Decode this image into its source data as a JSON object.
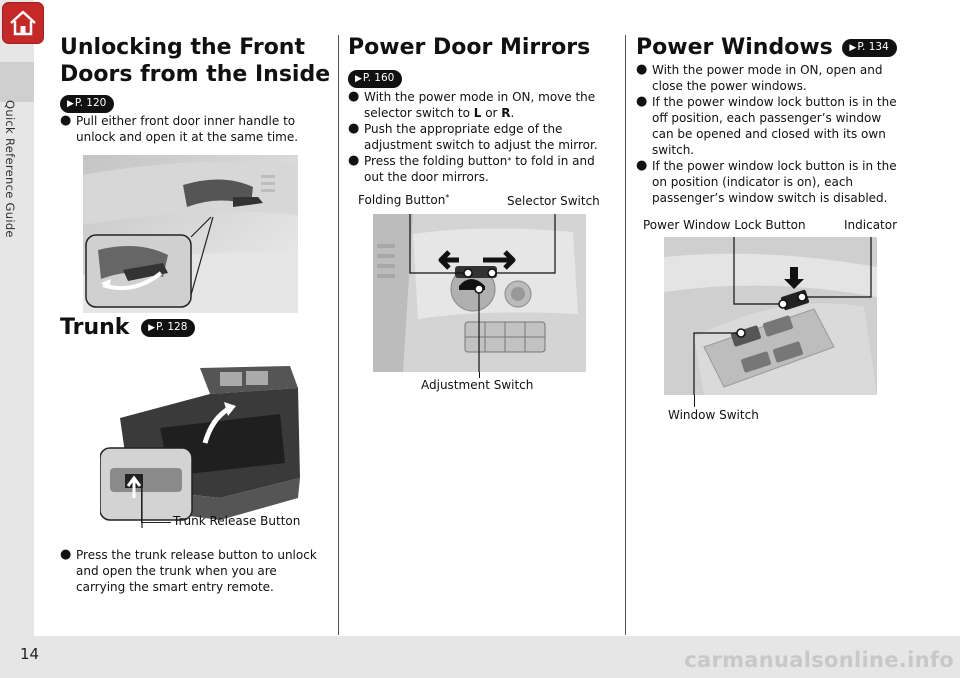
{
  "sidebar": {
    "label": "Quick Reference Guide"
  },
  "page_number": "14",
  "watermark": "carmanualsonline.info",
  "col1": {
    "title_line1": "Unlocking the Front",
    "title_line2": "Doors from the Inside",
    "ref": "P. 120",
    "bullet1_line1": "Pull either front door inner handle to",
    "bullet1_line2": "unlock and open it at the same time.",
    "trunk_title": "Trunk",
    "trunk_ref": "P. 128",
    "trunk_callout": "Trunk Release Button",
    "trunk_bullet_line1": "Press the trunk release button to unlock",
    "trunk_bullet_line2": "and open the trunk when you are",
    "trunk_bullet_line3": "carrying the smart entry remote."
  },
  "col2": {
    "title": "Power Door Mirrors",
    "ref": "P. 160",
    "b1_line1": "With the power mode in ON, move the",
    "b1_line2_pre": "selector switch to ",
    "b1_L": "L",
    "b1_or": " or ",
    "b1_R": "R",
    "b1_end": ".",
    "b2_line1": "Push the appropriate edge of the",
    "b2_line2": "adjustment switch to adjust the mirror.",
    "b3_line1_pre": "Press the folding button",
    "b3_ast": "*",
    "b3_line1_post": " to fold in and",
    "b3_line2": "out the door mirrors.",
    "callout_folding": "Folding Button",
    "callout_folding_ast": "*",
    "callout_selector": "Selector Switch",
    "callout_adjustment": "Adjustment Switch"
  },
  "col3": {
    "title": "Power Windows",
    "ref": "P. 134",
    "b1_line1": "With the power mode in ON, open and",
    "b1_line2": "close the power windows.",
    "b2_line1": "If the power window lock button is in the",
    "b2_line2": "off position, each passenger’s window",
    "b2_line3": "can be opened and closed with its own",
    "b2_line4": "switch.",
    "b3_line1": "If the power window lock button is in the",
    "b3_line2": "on position (indicator is on), each",
    "b3_line3": "passenger’s window switch is disabled.",
    "callout_lock": "Power Window Lock Button",
    "callout_indicator": "Indicator",
    "callout_window": "Window Switch"
  },
  "icons": {
    "home": "home-icon",
    "bullet": "●",
    "ref_arrow": "▶"
  }
}
